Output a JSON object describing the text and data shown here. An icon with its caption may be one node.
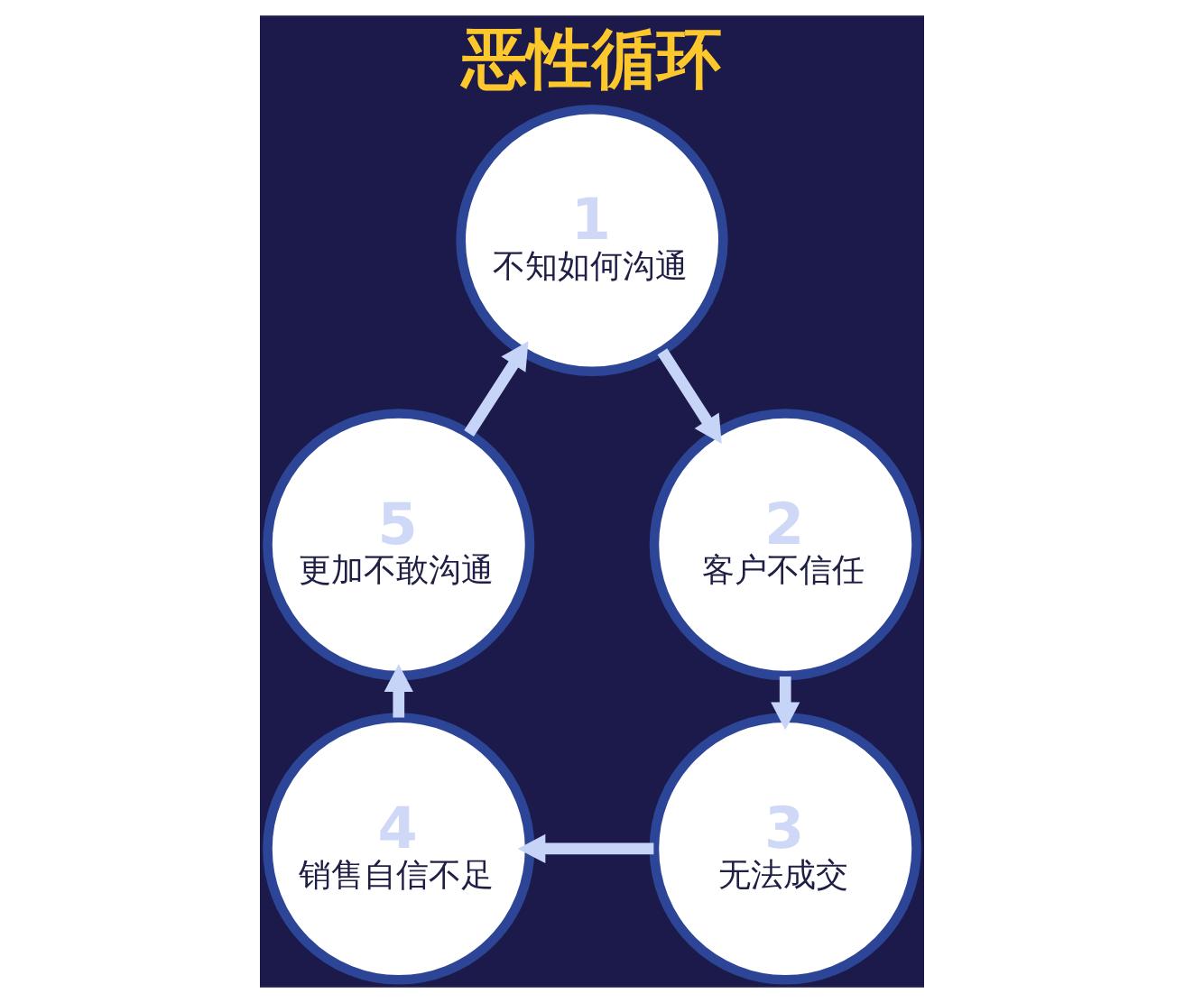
{
  "diagram": {
    "title": "恶性循环",
    "nodes": [
      {
        "text": [
          "1",
          "不知如何沟通"
        ]
      },
      {
        "text": [
          "2",
          "客户不信任"
        ]
      },
      {
        "text": [
          "3",
          "无法成交"
        ]
      },
      {
        "text": [
          "4",
          "销售自信不足"
        ]
      },
      {
        "text": [
          "5",
          "更加不敢沟通"
        ]
      }
    ],
    "edges": [
      {
        "from": 0,
        "to": 1,
        "arrow": "to"
      },
      {
        "from": 1,
        "to": 2,
        "arrow": "to"
      },
      {
        "from": 2,
        "to": 3,
        "arrow": "to"
      },
      {
        "from": 3,
        "to": 4,
        "arrow": "to"
      },
      {
        "from": 4,
        "to": 0,
        "arrow": "to"
      }
    ]
  }
}
